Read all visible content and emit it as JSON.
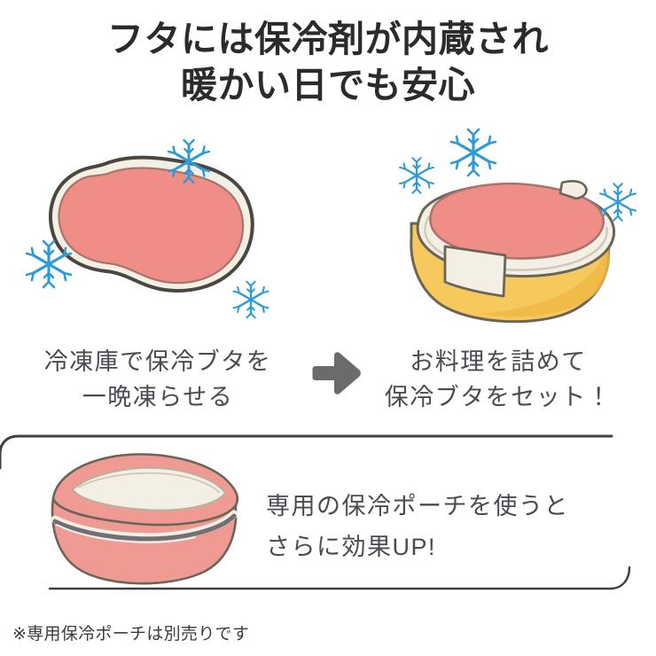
{
  "headline": {
    "line1": "フタには保冷剤が内蔵され",
    "line2": "暖かい日でも安心",
    "color": "#2b2b2b"
  },
  "steps": [
    {
      "id": "freeze-lid",
      "illustration": "cooling-lid-with-snowflakes",
      "caption_line1": "冷凍庫で保冷ブタを",
      "caption_line2": "一晩凍らせる"
    },
    {
      "id": "pack-and-set-lid",
      "illustration": "lunch-box-with-cooling-lid",
      "caption_line1": "お料理を詰めて",
      "caption_line2": "保冷ブタをセット！"
    }
  ],
  "arrow": {
    "icon": "arrow-right-icon",
    "color": "#6b6b6b"
  },
  "panel": {
    "illustration": "insulated-pouch",
    "text_line1": "専用の保冷ポーチを使うと",
    "text_line2": "さらに効果UP!",
    "border_color": "#3f3f44"
  },
  "footnote": {
    "text": "※専用保冷ポーチは別売りです"
  },
  "colors": {
    "background": "#ffffff",
    "pink_lid": "#ee8e86",
    "cream_rim": "#f4efe4",
    "outline_dark": "#4a4640",
    "box_yellow": "#f5c95c",
    "box_yellow_shadow": "#eeb945",
    "snowflake_blue": "#2e9ad6",
    "caption_text": "#4a4a52",
    "headline_text": "#2b2b2b",
    "zipper_grey": "#6f6f74"
  }
}
